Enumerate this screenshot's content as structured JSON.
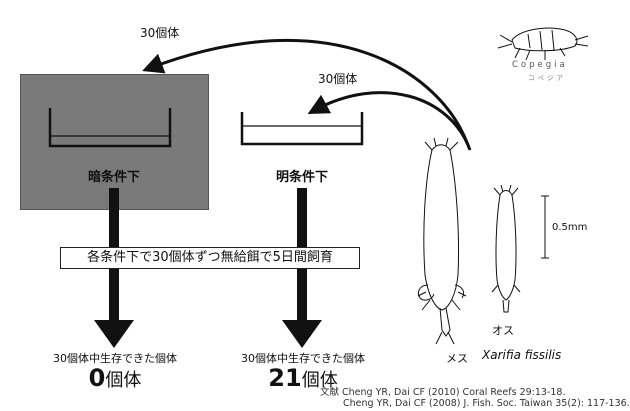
{
  "arrows": {
    "top_label": "30個体",
    "middle_label": "30個体"
  },
  "conditions": {
    "dark": "暗条件下",
    "light": "明条件下"
  },
  "banner": "各条件下で30個体ずつ無給餌で5日間飼育",
  "results": {
    "dark": {
      "label": "30個体中生存できた個体",
      "count": "0",
      "unit": "個体"
    },
    "light": {
      "label": "30個体中生存できた個体",
      "count": "21",
      "unit": "個体"
    }
  },
  "specimen": {
    "scale": "0.5mm",
    "female": "メス",
    "male": "オス",
    "species": "Xarifia fissilis"
  },
  "brand": {
    "name": "Copegia",
    "kana": "コペジア"
  },
  "references": {
    "line1": "文献 Cheng YR, Dai CF (2010) Coral Reefs 29:13-18.",
    "line2": "Cheng YR, Dai CF (2008) J. Fish. Soc. Taiwan 35(2): 117-136."
  }
}
